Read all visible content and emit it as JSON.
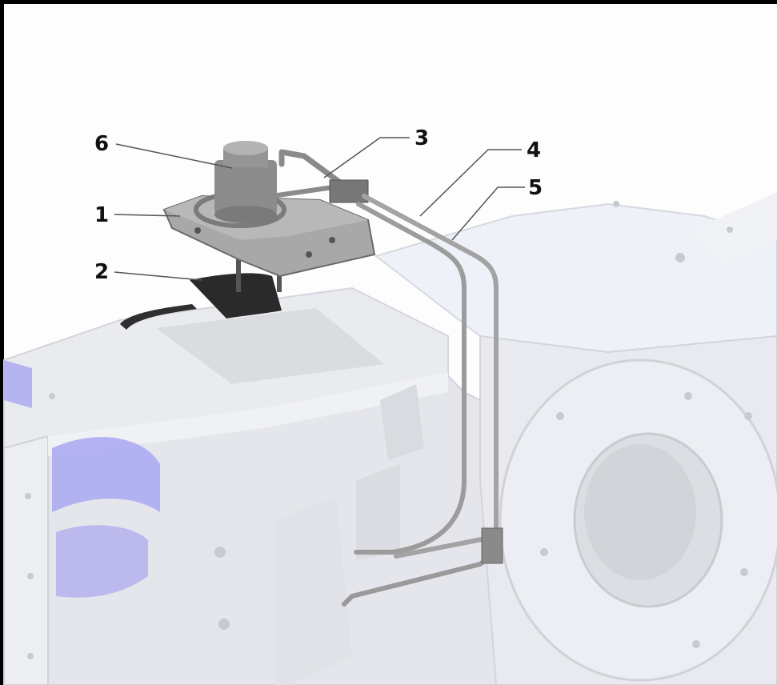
{
  "callouts": [
    {
      "id": "1",
      "label": "1"
    },
    {
      "id": "2",
      "label": "2"
    },
    {
      "id": "3",
      "label": "3"
    },
    {
      "id": "4",
      "label": "4"
    },
    {
      "id": "5",
      "label": "5"
    },
    {
      "id": "6",
      "label": "6"
    }
  ],
  "colors": {
    "background": "#fdfdfd",
    "housing": "#e6e8ee",
    "housing_light": "#eef1f7",
    "accent_blue": "#8f8df0",
    "pipe": "#9a9a9a",
    "pump": "#8c8c8c",
    "dark_part": "#2f2f2f"
  }
}
